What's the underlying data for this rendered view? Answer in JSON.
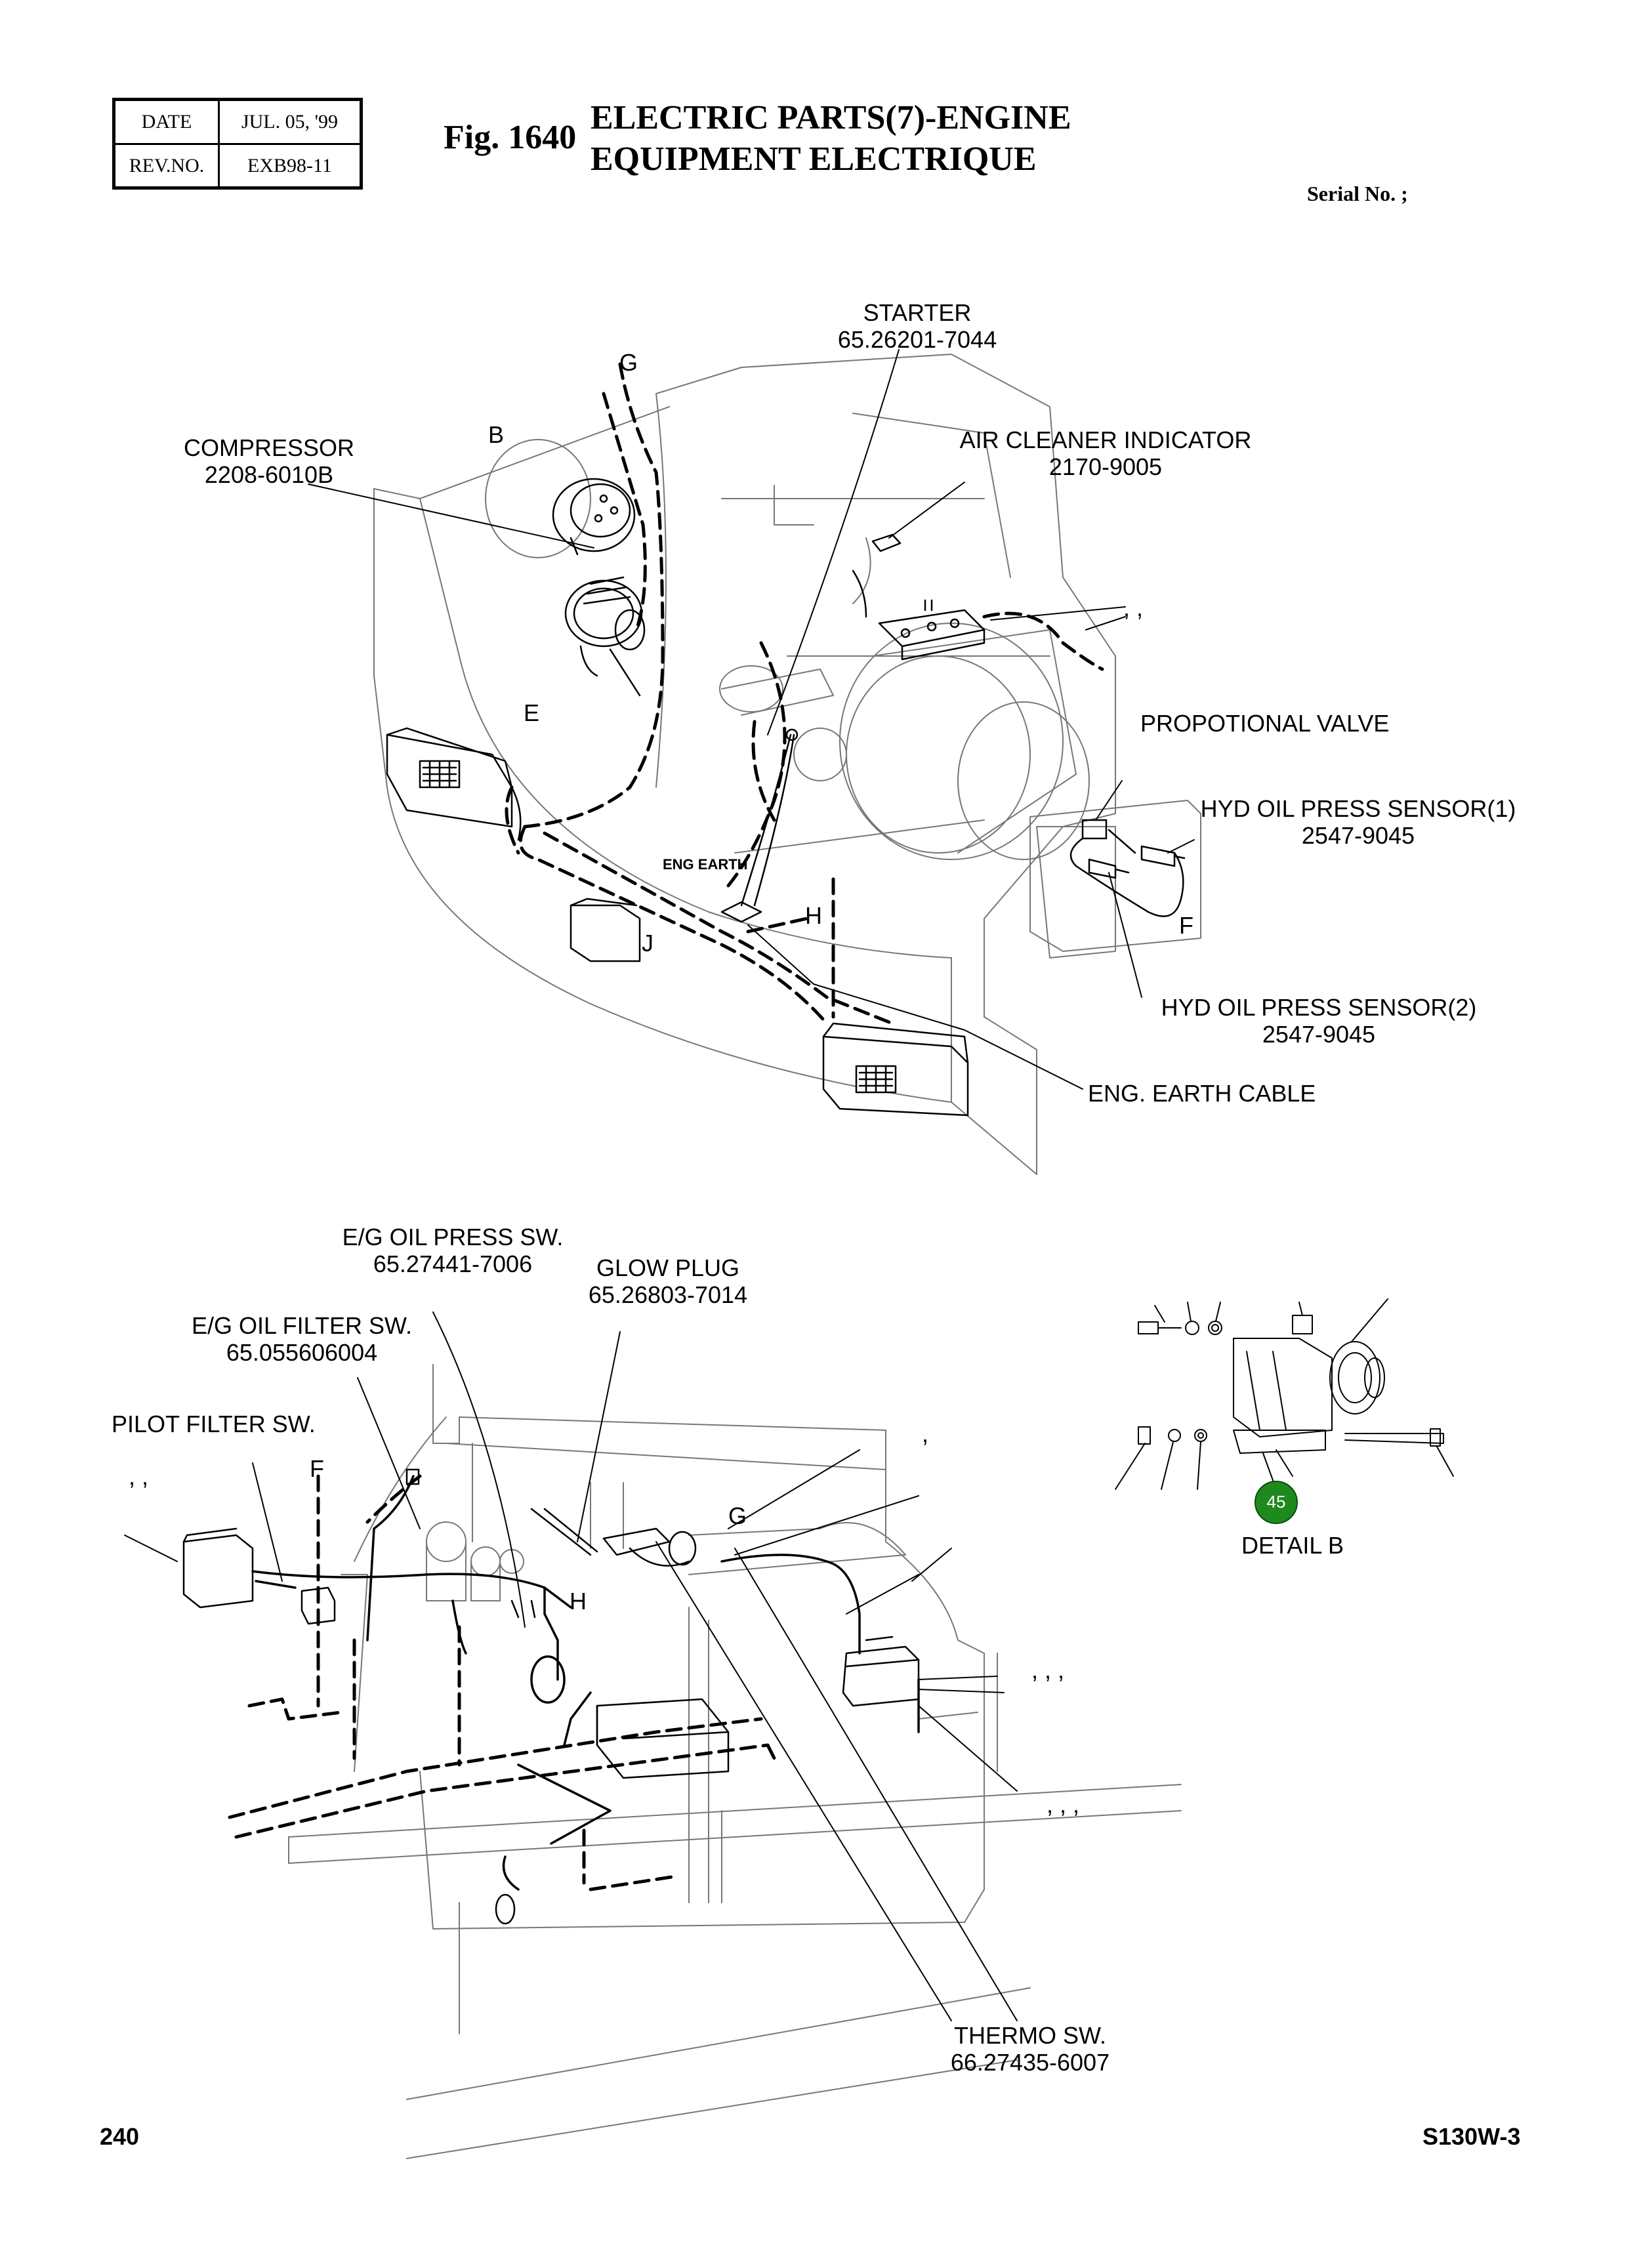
{
  "header": {
    "date_label": "DATE",
    "date_value": "JUL. 05, '99",
    "rev_label": "REV.NO.",
    "rev_value": "EXB98-11",
    "fig_number": "Fig. 1640",
    "title_line1": "ELECTRIC PARTS(7)-ENGINE",
    "title_line2": "EQUIPMENT ELECTRIQUE",
    "serial": "Serial No. ;"
  },
  "top_view": {
    "starter": {
      "name": "STARTER",
      "part": "65.26201-7044"
    },
    "compressor": {
      "name": "COMPRESSOR",
      "part": "2208-6010B"
    },
    "air_cleaner": {
      "name": "AIR CLEANER INDICATOR",
      "part": "2170-9005"
    },
    "blank_commas": ",   ,",
    "propotional_valve": "PROPOTIONAL VALVE",
    "hyd_sensor_1": {
      "name": "HYD OIL PRESS SENSOR(1)",
      "part": "2547-9045"
    },
    "hyd_sensor_2": {
      "name": "HYD OIL PRESS SENSOR(2)",
      "part": "2547-9045"
    },
    "eng_earth_cable": "ENG. EARTH CABLE",
    "eng_earth": "ENG EARTH",
    "letters": {
      "g": "G",
      "b": "B",
      "e": "E",
      "j": "J",
      "h": "H",
      "f": "F"
    }
  },
  "bottom_view": {
    "eg_oil_press": {
      "name": "E/G OIL PRESS SW.",
      "part": "65.27441-7006"
    },
    "glow_plug": {
      "name": "GLOW PLUG",
      "part": "65.26803-7014"
    },
    "eg_oil_filter": {
      "name": "E/G OIL FILTER SW.",
      "part": "65.055606004"
    },
    "pilot_filter": "PILOT FILTER SW.",
    "commas_left": ",   ,",
    "comma_single": ",",
    "commas_right_1": ",    ,    ,",
    "commas_right_2": ",    ,    ,",
    "thermo_sw": {
      "name": "THERMO SW.",
      "part": "66.27435-6007"
    },
    "detail_badge": "45",
    "detail_label": "DETAIL  B",
    "letters": {
      "f": "F",
      "g": "G",
      "h": "H"
    }
  },
  "footer": {
    "page_number": "240",
    "model": "S130W-3"
  },
  "colors": {
    "badge_fill": "#1e8a1e",
    "line": "#000000",
    "faint": "#888888"
  }
}
